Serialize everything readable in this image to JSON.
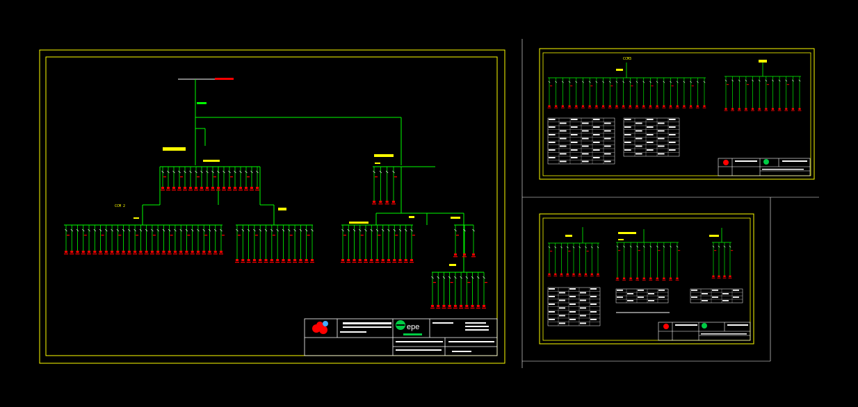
{
  "colors": {
    "background": "#000000",
    "frame": "#ffff00",
    "bus": "#00ff00",
    "load": "#ff0000",
    "table": "#ffffff",
    "logo_green": "#00cc44",
    "neutral": "#ffffff"
  },
  "labels": {
    "ccm_left": "CCM 2",
    "ccm_right": "CCM3",
    "logo_text": "epe"
  },
  "icons": {
    "logo": "company-logo-icon",
    "mark": "epe-logo-icon"
  }
}
